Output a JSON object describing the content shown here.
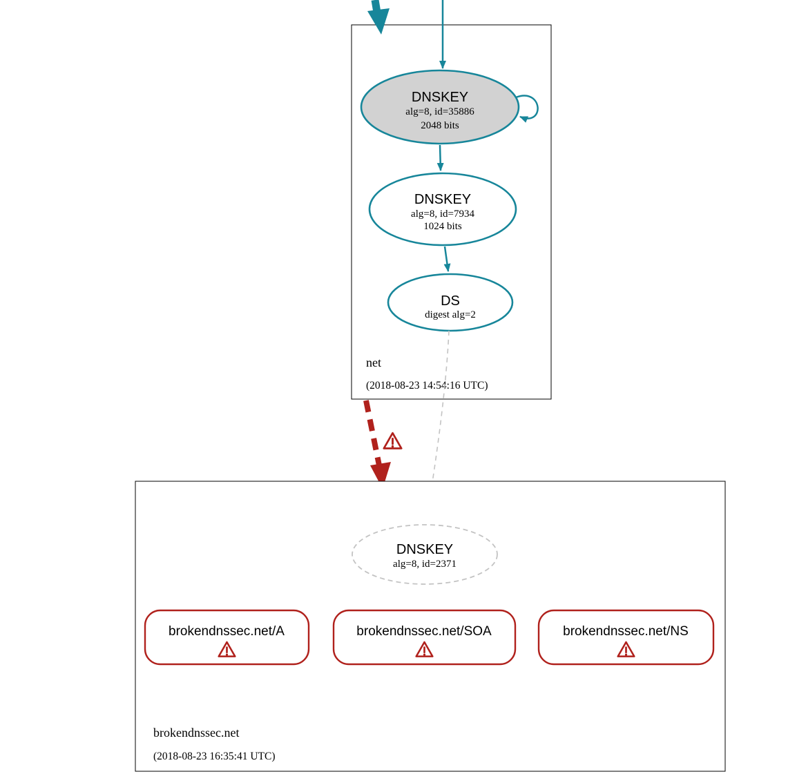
{
  "colors": {
    "teal": "#17869a",
    "node_gray_fill": "#d2d2d2",
    "edge_gray": "#c3c3c3",
    "alert_red": "#b0211c",
    "border_black": "#000000",
    "bg": "#ffffff"
  },
  "icons": {
    "warning": "⚠"
  },
  "zones": {
    "net": {
      "label": "net",
      "timestamp": "(2018-08-23 14:54:16 UTC)",
      "ksk": {
        "title": "DNSKEY",
        "detail": "alg=8, id=35886",
        "size": "2048 bits"
      },
      "zsk": {
        "title": "DNSKEY",
        "detail": "alg=8, id=7934",
        "size": "1024 bits"
      },
      "ds": {
        "title": "DS",
        "detail": "digest alg=2"
      }
    },
    "child": {
      "label": "brokendnssec.net",
      "timestamp": "(2018-08-23 16:35:41 UTC)",
      "dnskey": {
        "title": "DNSKEY",
        "detail": "alg=8, id=2371"
      },
      "rrsets": [
        {
          "label": "brokendnssec.net/A"
        },
        {
          "label": "brokendnssec.net/SOA"
        },
        {
          "label": "brokendnssec.net/NS"
        }
      ]
    }
  }
}
